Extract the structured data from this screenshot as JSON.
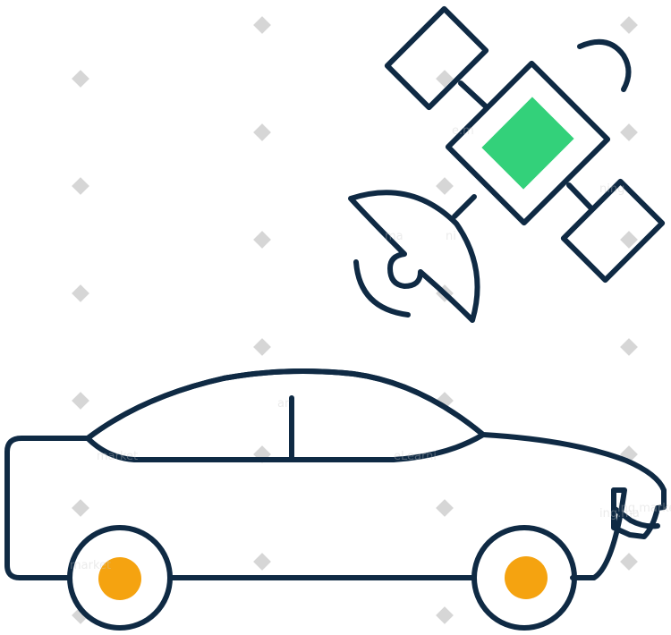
{
  "illustration": {
    "subject": "connected-car-satellite-icon"
  },
  "colors": {
    "outline": "#0f2a44",
    "screen": "#33d17a",
    "wheel_hub": "#f5a310",
    "watermark": "#c8c8c8",
    "background": "#ffffff"
  },
  "icons": [
    "car-icon",
    "satellite-icon",
    "satellite-dish-icon",
    "signal-arc-icon"
  ],
  "watermark": {
    "fragments": [
      "ar",
      "e.m",
      "ning",
      "market",
      "ing.ma",
      "eLearni",
      "ing.market",
      "ni",
      "market",
      "ma"
    ]
  }
}
